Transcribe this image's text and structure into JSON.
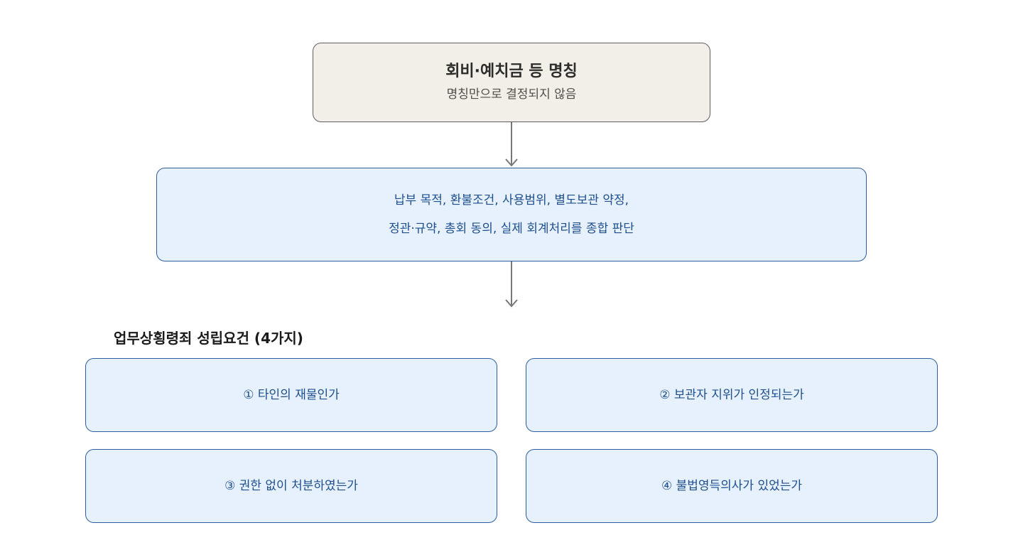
{
  "top_box": {
    "title": "회비·예치금 등 명칭",
    "subtitle": "명칭만으로 결정되지 않음"
  },
  "criteria_box": {
    "line1": "납부 목적, 환불조건, 사용범위, 별도보관 약정,",
    "line2": "정관·규약, 총회 동의, 실제 회계처리를 종합 판단"
  },
  "section": {
    "title": "업무상횡령죄 성립요건 (4가지)"
  },
  "requirements": [
    "① 타인의 재물인가",
    "② 보관자 지위가 인정되는가",
    "③ 권한 없이 처분하였는가",
    "④ 불법영득의사가 있었는가"
  ],
  "colors": {
    "top_fill": "#f1efe8",
    "top_stroke": "#5f5e5a",
    "blue_fill": "#e7f1fd",
    "blue_stroke": "#2d5e9c",
    "blue_text": "#1d4f8f",
    "arrow": "#777777"
  }
}
